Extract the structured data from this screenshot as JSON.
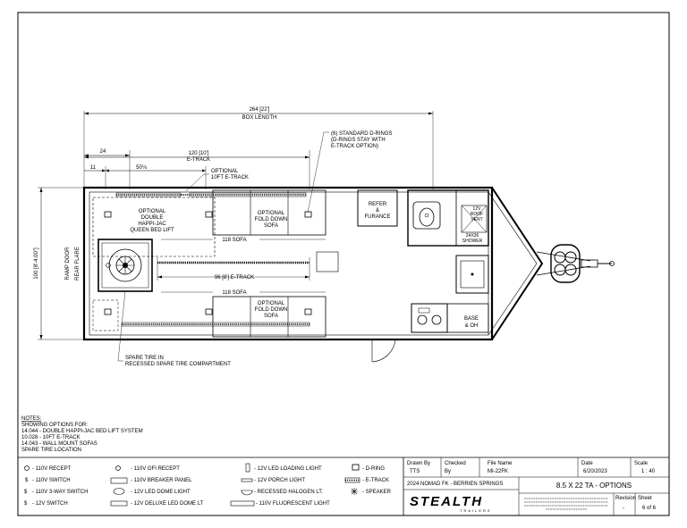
{
  "dimensions": {
    "box_length": "264 [22']",
    "box_length_label": "BOX LENGTH",
    "width": "100 [8'-4.00\"]",
    "etrack_top": "120 [10']",
    "etrack_top_label": "E-TRACK",
    "d24": "24",
    "d11": "11",
    "d50": "50⅛",
    "etrack_mid": "96 [8'] E-TRACK",
    "sofa_top": "118 SOFA",
    "sofa_bottom": "118 SOFA"
  },
  "labels": {
    "d_rings": [
      "(6) STANDARD D-RINGS",
      "(D-RINGS STAY WITH",
      "E-TRACK OPTION)"
    ],
    "optional_10ft": [
      "OPTIONAL",
      "10FT E-TRACK"
    ],
    "bed_lift": [
      "OPTIONAL",
      "DOUBLE",
      "HAPPI-JAC",
      "QUEEN BED LIFT"
    ],
    "sofa_top": [
      "OPTIONAL",
      "FOLD DOWN",
      "SOFA"
    ],
    "sofa_bottom": [
      "OPTIONAL",
      "FOLD DOWN",
      "SOFA"
    ],
    "refer": [
      "REFER",
      "&",
      "FURANCE"
    ],
    "roof_vent": [
      "12V",
      "ROOF",
      "VENT"
    ],
    "shower": [
      "24X36",
      "SHOWER"
    ],
    "base": [
      "BASE",
      "& OH"
    ],
    "ramp_door": "RAMP DOOR",
    "rear_flare": "REAR FLARE",
    "spare_tire": [
      "SPARE TIRE IN",
      "RECESSED SPARE TIRE COMPARTMENT"
    ]
  },
  "notes": {
    "title": "NOTES:",
    "lines": [
      "SHOWING OPTIONS FOR:",
      "14.044 - DOUBLE HAPPI-JAC BED LIFT SYSTEM",
      "10.028 - 10FT E-TRACK",
      "14.043 - WALL MOUNT SOFAS",
      "SPARE TIRE LOCATION"
    ]
  },
  "legend": {
    "col1": [
      "- 110V RECEPT",
      "- 110V SWITCH",
      "- 110V 3-WAY SWITCH",
      "- 12V SWITCH"
    ],
    "col2": [
      "- 110V GFI RECEPT",
      "- 110V BREAKER PANEL",
      "- 12V LED DOME LIGHT",
      "- 12V DELUXE LED DOME LT"
    ],
    "col3": [
      "- 12V LED LOADING LIGHT",
      "- 12V PORCH LIGHT",
      "- RECESSED HALOGEN LT.",
      "- 110V FLUORESCENT LIGHT"
    ],
    "col4": [
      "- D-RING",
      "- E-TRACK",
      "- SPEAKER"
    ]
  },
  "title_block": {
    "drawn_by_label": "Drawn By",
    "drawn_by": "TTS",
    "checked_label": "Checked",
    "checked_by": "By",
    "file_name_label": "File Name",
    "file_name": "MI-22FK",
    "date_label": "Date",
    "date": "6/20/2023",
    "scale_label": "Scale",
    "scale": "1 : 40",
    "model": "2024 NOMAD FK - BERRIEN SPRINGS",
    "description": "8.5 X 22 TA - OPTIONS",
    "brand": "STEALTH",
    "brand_sub": "TRAILERS",
    "revision_label": "Revision",
    "revision": "-",
    "sheet_label": "Sheet",
    "sheet": "6 of 6"
  }
}
